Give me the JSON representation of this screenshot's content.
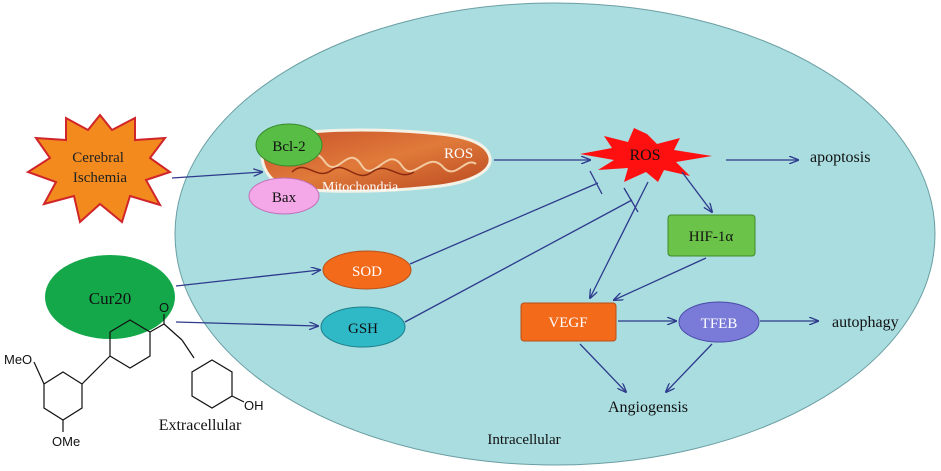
{
  "labels": {
    "cerebral_ischemia_line1": "Cerebral",
    "cerebral_ischemia_line2": "Ischemia",
    "bcl2": "Bcl-2",
    "bax": "Bax",
    "mito_ros": "ROS",
    "mitochondria": "Mitochondria",
    "ros": "ROS",
    "apoptosis": "apoptosis",
    "hif1a": "HIF-1α",
    "sod": "SOD",
    "gsh": "GSH",
    "cur20": "Cur20",
    "vegf": "VEGF",
    "tfeb": "TFEB",
    "autophagy": "autophagy",
    "angiogenesis": "Angiogensis",
    "extracellular": "Extracellular",
    "intracellular": "Intracellular",
    "meo": "MeO",
    "ome": "OMe",
    "oh": "OH",
    "carbonyl_o": "O"
  },
  "colors": {
    "cell": "#a9dde0",
    "arrow": "#2e3a8c",
    "ros_star": "#ff1010",
    "ischemia_star": "#f28a1e",
    "bcl2": "#58bd45",
    "bax": "#f4a8e8",
    "hif1a": "#6cc34a",
    "sod": "#f26a1a",
    "gsh": "#2fb8c6",
    "cur20": "#15a84a",
    "vegf": "#f26a1a",
    "tfeb": "#7a7ad8"
  }
}
